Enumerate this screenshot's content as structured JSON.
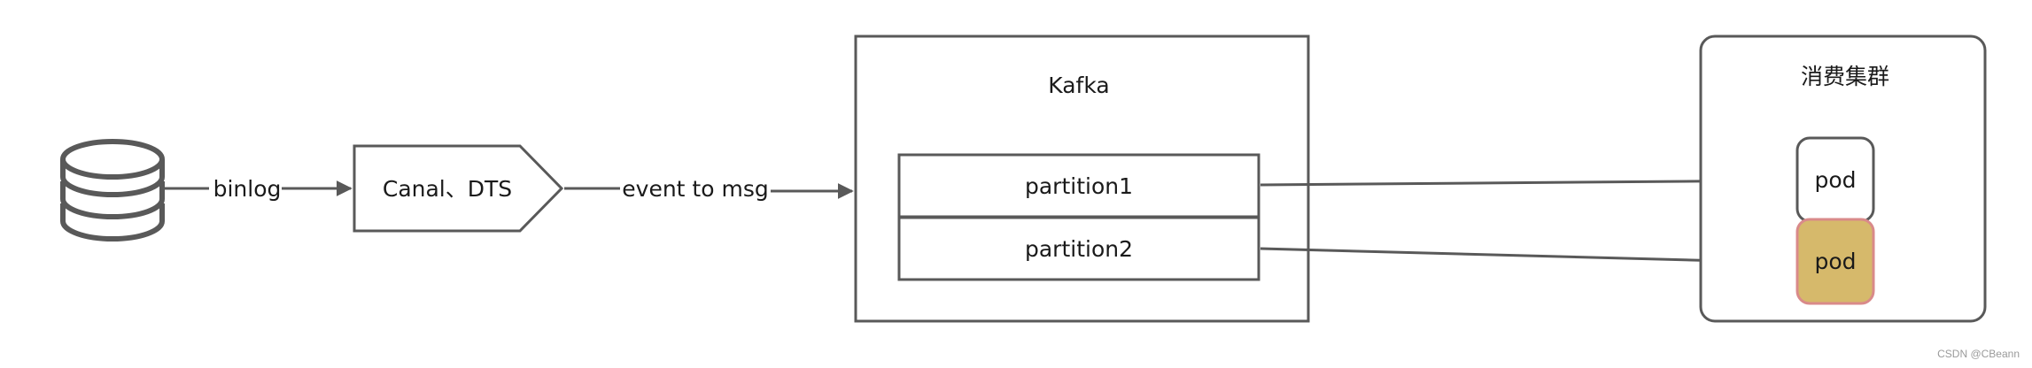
{
  "diagram": {
    "nodes": {
      "database": {
        "icon": "database-icon"
      },
      "canal": {
        "label": "Canal、DTS"
      },
      "kafka": {
        "title": "Kafka",
        "partitions": [
          "partition1",
          "partition2"
        ]
      },
      "cluster": {
        "title": "消费集群",
        "pods": [
          "pod",
          "pod"
        ]
      }
    },
    "edges": {
      "binlog": "binlog",
      "event_to_msg": "event to msg"
    },
    "colors": {
      "stroke": "#595959",
      "pod_highlight_fill": "#d6b96b",
      "pod_highlight_stroke": "#d98a8a"
    }
  },
  "watermark": "CSDN @CBeann"
}
